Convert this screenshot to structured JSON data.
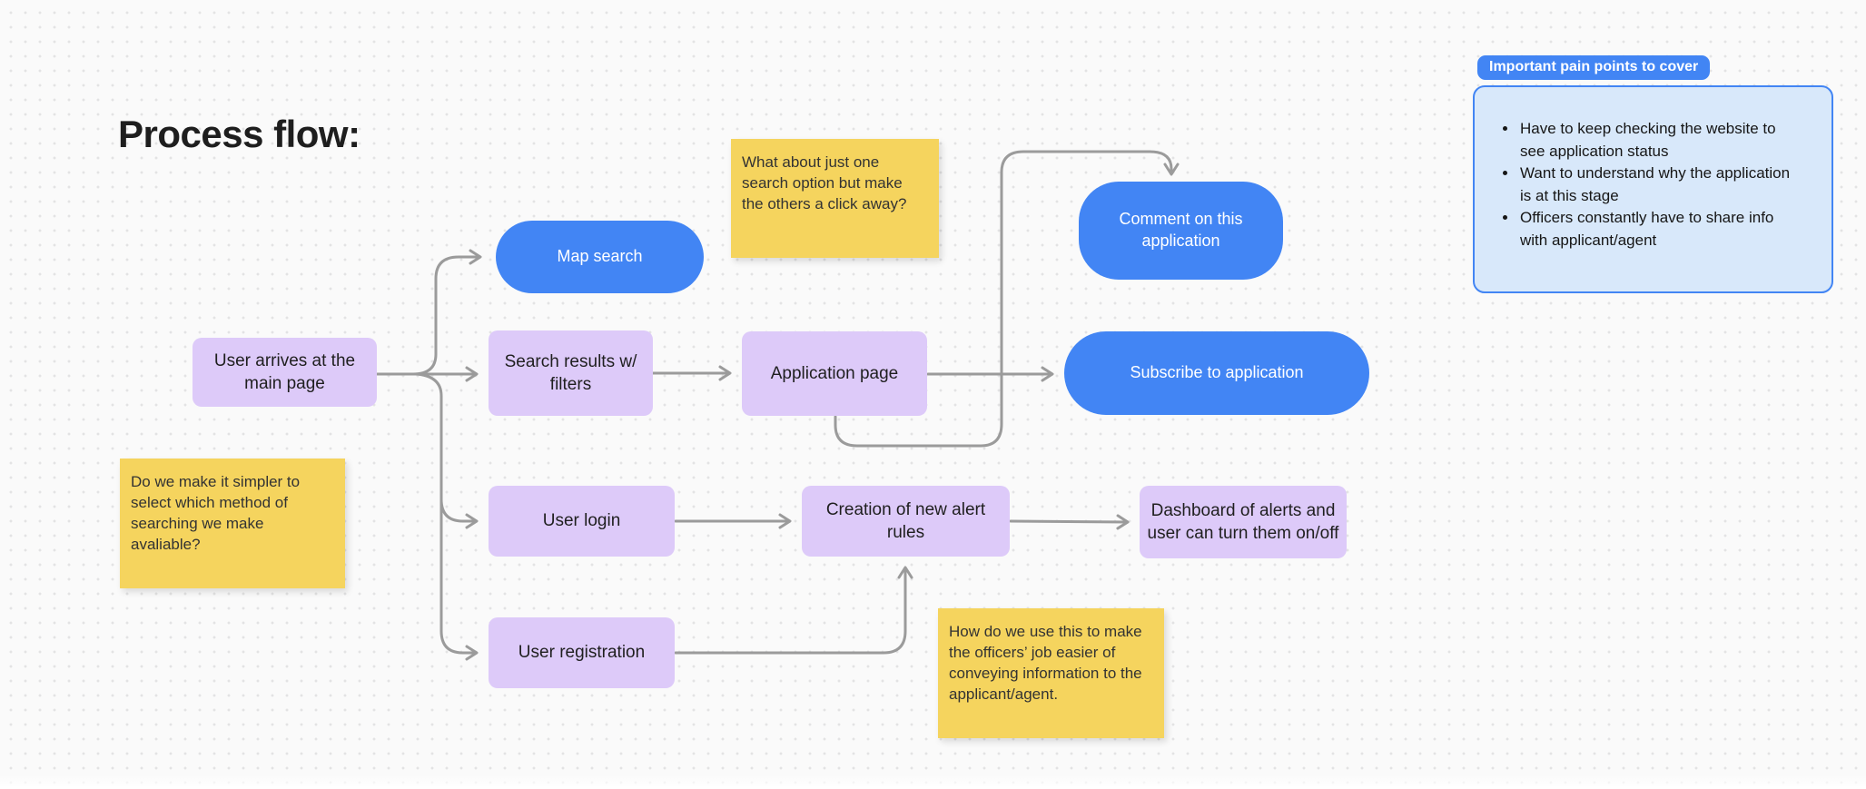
{
  "canvas": {
    "title": "Process flow:"
  },
  "nodes": {
    "user_arrives": {
      "label": "User arrives at the main page",
      "type": "step"
    },
    "map_search": {
      "label": "Map search",
      "type": "highlight"
    },
    "search_results": {
      "label": "Search results w/ filters",
      "type": "step"
    },
    "application_page": {
      "label": "Application page",
      "type": "step"
    },
    "comment_application": {
      "label": "Comment on this application",
      "type": "highlight"
    },
    "subscribe_application": {
      "label": "Subscribe to application",
      "type": "highlight"
    },
    "user_login": {
      "label": "User login",
      "type": "step"
    },
    "creation_alert_rules": {
      "label": "Creation of new alert rules",
      "type": "step"
    },
    "alerts_dashboard": {
      "label": "Dashboard of alerts and user can turn them on/off",
      "type": "step"
    },
    "user_registration": {
      "label": "User registration",
      "type": "step"
    }
  },
  "sticky_notes": {
    "one_search_option": {
      "text": "What about just one search option but make the others a click away?"
    },
    "simpler_selection": {
      "text": "Do we make it simpler to select which method of searching we make avaliable?"
    },
    "officers_job": {
      "text": "How do we use this to make the officers’ job easier of conveying information to the applicant/agent."
    }
  },
  "pain_points": {
    "label": "Important pain points to cover",
    "items": [
      "Have to keep checking the website to see application status",
      "Want to understand why the application is at this stage",
      "Officers constantly have to share info with applicant/agent"
    ]
  },
  "edges": [
    {
      "from": "user_arrives",
      "to": "map_search"
    },
    {
      "from": "user_arrives",
      "to": "search_results"
    },
    {
      "from": "user_arrives",
      "to": "user_login"
    },
    {
      "from": "user_arrives",
      "to": "user_registration"
    },
    {
      "from": "search_results",
      "to": "application_page"
    },
    {
      "from": "application_page",
      "to": "subscribe_application"
    },
    {
      "from": "application_page",
      "to": "comment_application"
    },
    {
      "from": "user_login",
      "to": "creation_alert_rules"
    },
    {
      "from": "creation_alert_rules",
      "to": "alerts_dashboard"
    },
    {
      "from": "user_registration",
      "to": "creation_alert_rules"
    }
  ],
  "colors": {
    "node_blue": "#4285F4",
    "node_purple": "#DDCAF9",
    "sticky_yellow": "#F5D45E",
    "pain_panel_fill": "#D8E8FA",
    "pain_panel_border": "#4285F4",
    "arrow_gray": "#9B9B9B",
    "background": "#FAFAFA",
    "grid_dot": "#E3E3E4",
    "title_text": "#1E1E1E"
  }
}
